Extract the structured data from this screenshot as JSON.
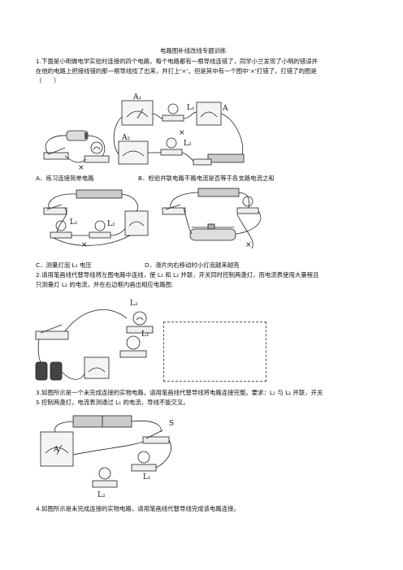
{
  "doc": {
    "title": "电路图补线改线专题训练",
    "q1": {
      "line1": "1.下面是小明做电学实验时连接的四个电路，每个电路都有一根导线连错了，同学小兰发现了小明的错误并",
      "line2": "在他的电路上把接线错的那一根导线找了出来，并打上'×'。但是其中有一个图中'×'打错了，打错了的图是",
      "line3": "（　　）",
      "option_a": "A．练习连接简单电路",
      "option_b": "B．检验并联电路干路电流是否等于各支路电流之和",
      "option_c": "C．测量灯泡 L₁ 电压",
      "option_d": "D．滑片向右移动时小灯泡越来越亮"
    },
    "q2": {
      "line1": "2.请用笔画线代替导线将左图电路中连线，使 L₁ 和 L₂ 并联，开关同时控制两盏灯，而电流表使用大量程且",
      "line2": "只测量灯 L₂ 的电流，并在右边框内画出相应电路图."
    },
    "q3": {
      "line1": "3.如图所示是一个未完成连接的实物电路。请用笔画线代替导线将电路连接完整。要求：L₁ 与 L₂ 并联，开关",
      "line2": "S 控制两盏灯，电流表测通过 L₁ 的电流，导线不能交叉。"
    },
    "q4": {
      "line1": "4.如图所示是未完成连接的实物电路，请用笔画线代替导线完成该电路连接。"
    }
  },
  "figures": {
    "fig1": {
      "a1": "A₁",
      "l1": "L₁",
      "a": "A",
      "a2": "A₂",
      "l2": "L₂"
    },
    "fig2": {
      "l1": "L₁",
      "l2": "L₂"
    },
    "fig3": {
      "l2": "L₂",
      "l1": "L₁"
    },
    "fig4": {
      "s": "S",
      "l1": "L₁",
      "l2": "L₂",
      "a": "A"
    }
  }
}
